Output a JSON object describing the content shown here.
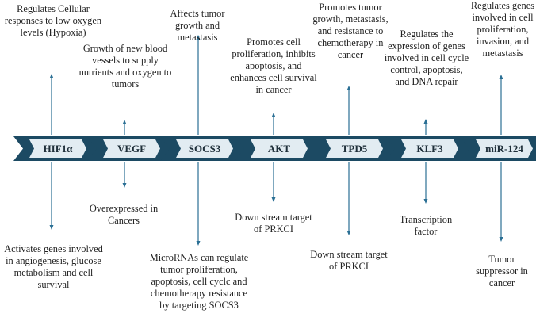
{
  "colors": {
    "chevron_dark": "#1c4a63",
    "chevron_light": "#e2ecf2",
    "arrow": "#2a6f94",
    "text": "#222222"
  },
  "genes": [
    {
      "name": "HIF1α",
      "top_text": "Regulates Cellular responses to low oxygen levels (Hypoxia)",
      "bottom_text": "Activates genes involved in angiogenesis, glucose metabolism and cell survival"
    },
    {
      "name": "VEGF",
      "top_text": "Growth of new blood vessels to supply nutrients and oxygen to tumors",
      "bottom_text": "Overexpressed in Cancers"
    },
    {
      "name": "SOCS3",
      "top_text": "Affects tumor growth and metastasis",
      "bottom_text": "MicroRNAs can regulate tumor proliferation, apoptosis, cell cyclc and chemotherapy resistance by targeting SOCS3"
    },
    {
      "name": "AKT",
      "top_text": "Promotes cell proliferation, inhibits apoptosis, and enhances cell survival in cancer",
      "bottom_text": "Down stream target of PRKCI"
    },
    {
      "name": "TPD5",
      "top_text": "Promotes tumor growth, metastasis, and resistance to chemotherapy in cancer",
      "bottom_text": "Down stream target of PRKCI"
    },
    {
      "name": "KLF3",
      "top_text": "Regulates the expression of genes involved in cell cycle control, apoptosis, and DNA repair",
      "bottom_text": "Transcription factor"
    },
    {
      "name": "miR-124",
      "top_text": "Regulates genes involved in cell proliferation, invasion, and metastasis",
      "bottom_text": "Tumor suppressor in cancer"
    }
  ]
}
